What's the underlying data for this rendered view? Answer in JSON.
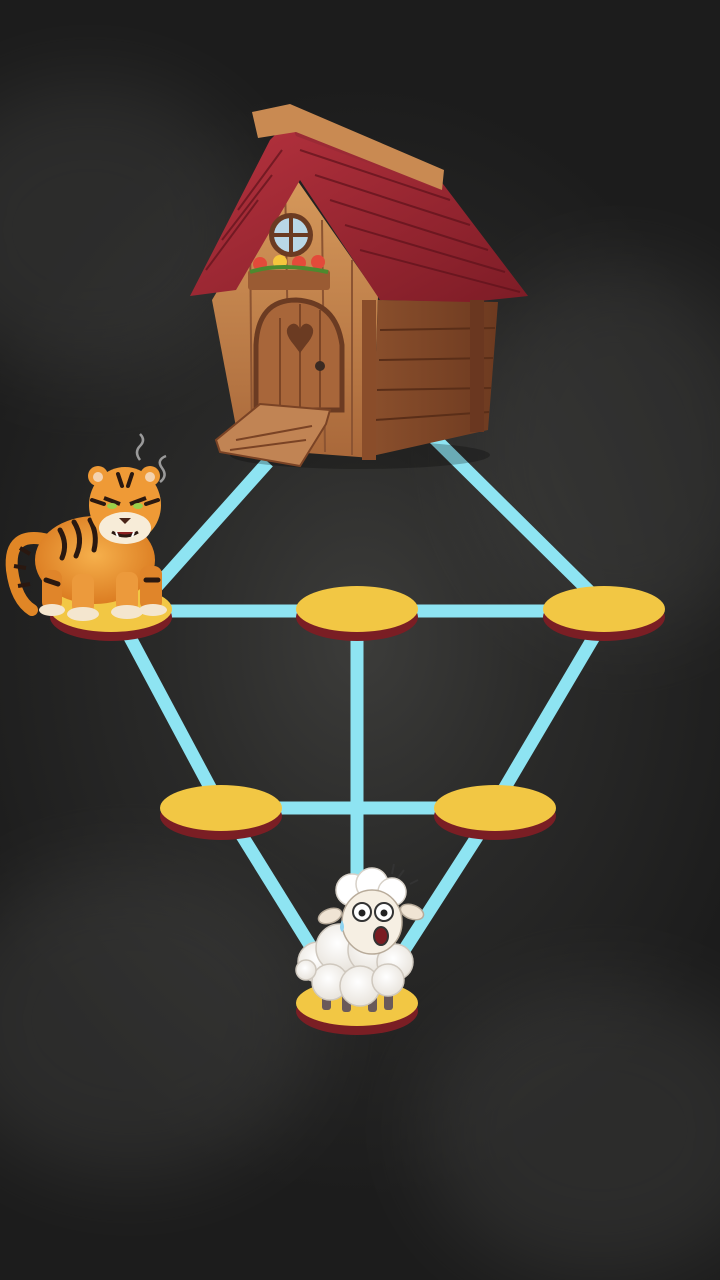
{
  "game": {
    "colors": {
      "background": "#2b2b2a",
      "path": "#8ee4f2",
      "node_top": "#f2c744",
      "node_rim": "#7a1e24"
    },
    "goal": {
      "icon": "barn-house-icon"
    },
    "characters": [
      {
        "name": "tiger",
        "icon": "tiger-icon",
        "node": "node-1",
        "role": "chaser"
      },
      {
        "name": "sheep",
        "icon": "sheep-icon",
        "node": "node-7",
        "role": "player"
      }
    ],
    "nodes": [
      "node-1",
      "node-2",
      "node-3",
      "node-4",
      "node-5",
      "node-7"
    ],
    "edges": [
      [
        "goal",
        "node-1"
      ],
      [
        "goal",
        "node-3"
      ],
      [
        "node-1",
        "node-2"
      ],
      [
        "node-2",
        "node-3"
      ],
      [
        "node-2",
        "node-7"
      ],
      [
        "node-1",
        "node-4"
      ],
      [
        "node-3",
        "node-5"
      ],
      [
        "node-4",
        "node-5"
      ],
      [
        "node-4",
        "node-7"
      ],
      [
        "node-5",
        "node-7"
      ]
    ]
  }
}
